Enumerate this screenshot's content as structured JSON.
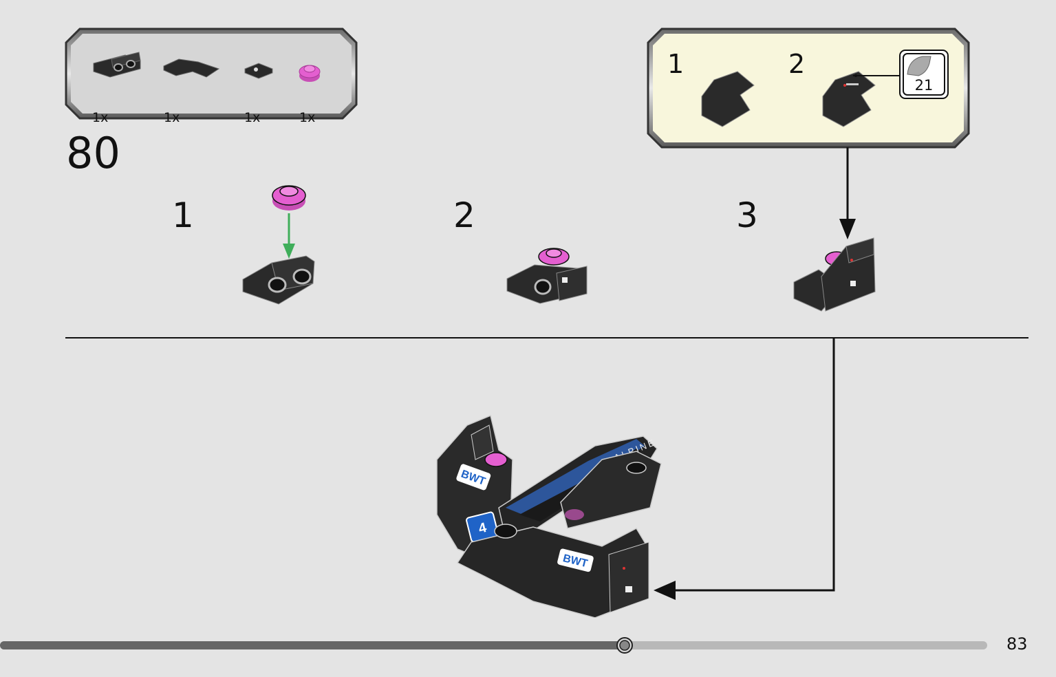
{
  "parts_list": {
    "items": [
      {
        "name": "bracket-plate-icon",
        "qty": "1x"
      },
      {
        "name": "corner-tile-icon",
        "qty": "1x"
      },
      {
        "name": "small-tile-icon",
        "qty": "1x"
      },
      {
        "name": "round-plate-pink-icon",
        "qty": "1x"
      }
    ]
  },
  "step": {
    "number": "80"
  },
  "substeps": [
    {
      "label": "1"
    },
    {
      "label": "2"
    },
    {
      "label": "3"
    }
  ],
  "subassembly": {
    "steps": [
      {
        "label": "1"
      },
      {
        "label": "2"
      }
    ],
    "sticker_number": "21"
  },
  "progress": {
    "fraction": 0.633
  },
  "page": {
    "number": "83"
  },
  "colors": {
    "background": "#e4e4e4",
    "brick": "#2a2a2a",
    "pink": "#e45fd0",
    "sub_panel_bg": "#f8f6dc",
    "arrow_green": "#3fae5a",
    "brand_blue": "#1f63c7"
  }
}
